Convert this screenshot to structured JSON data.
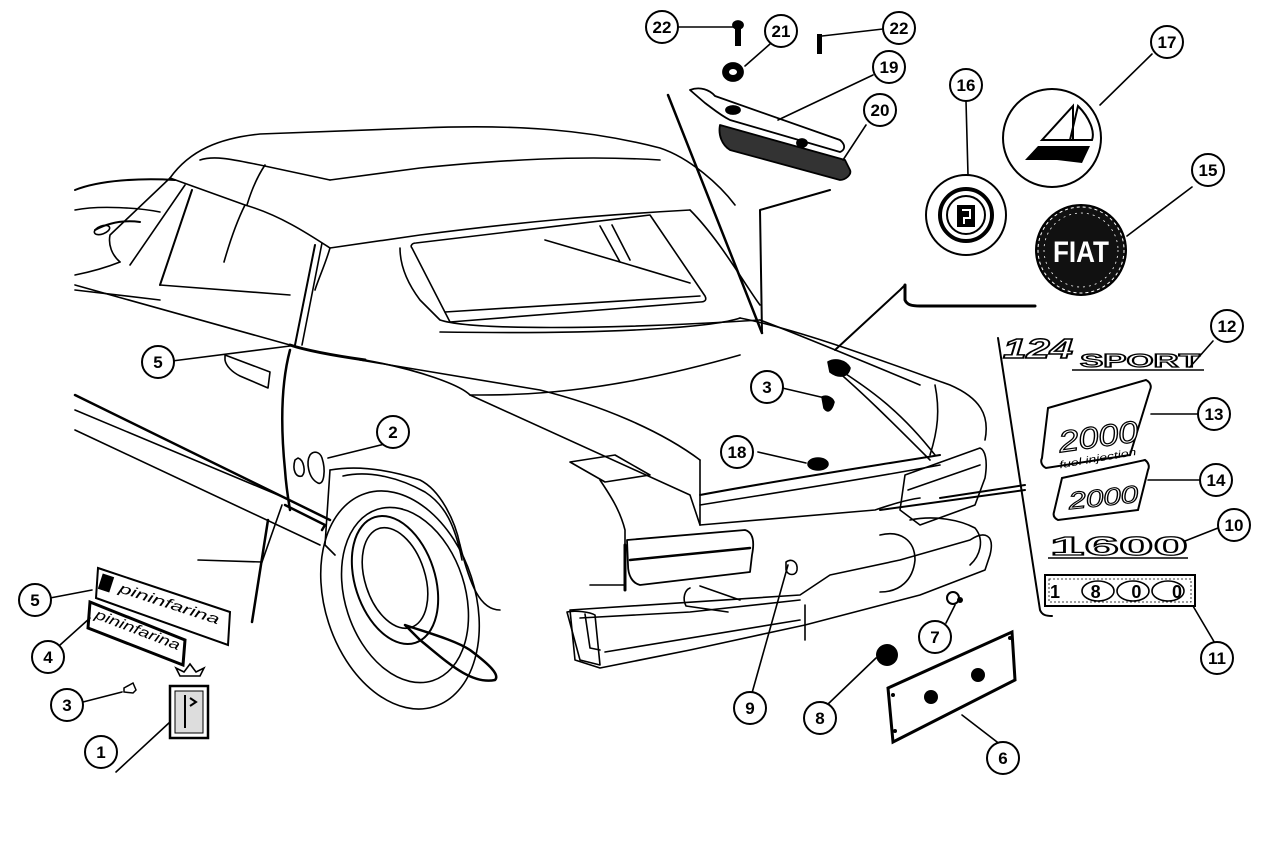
{
  "diagram": {
    "subject": "Fiat 124 Sport Spider - badges and emblems exploded view",
    "line_color": "#000000",
    "background_color": "#ffffff"
  },
  "callouts": [
    {
      "id": "c1",
      "number": "1",
      "part": "pininfarina-crest-badge"
    },
    {
      "id": "c2",
      "number": "2",
      "part": "side-emblem"
    },
    {
      "id": "c3a",
      "number": "3",
      "part": "clip"
    },
    {
      "id": "c3b",
      "number": "3",
      "part": "clip"
    },
    {
      "id": "c4",
      "number": "4",
      "part": "pininfarina-script-plate"
    },
    {
      "id": "c5a",
      "number": "5",
      "part": "pininfarina-side-badge"
    },
    {
      "id": "c5b",
      "number": "5",
      "part": "pininfarina-side-badge"
    },
    {
      "id": "c6",
      "number": "6",
      "part": "license-plate-bracket"
    },
    {
      "id": "c7",
      "number": "7",
      "part": "lamp-grommet"
    },
    {
      "id": "c8",
      "number": "8",
      "part": "plate-light"
    },
    {
      "id": "c9",
      "number": "9",
      "part": "trunk-lock"
    },
    {
      "id": "c10",
      "number": "10",
      "part": "1600-script"
    },
    {
      "id": "c11",
      "number": "11",
      "part": "1800-badge"
    },
    {
      "id": "c12",
      "number": "12",
      "part": "124-sport-script"
    },
    {
      "id": "c13",
      "number": "13",
      "part": "2000-fuel-injection-badge"
    },
    {
      "id": "c14",
      "number": "14",
      "part": "2000-badge"
    },
    {
      "id": "c15",
      "number": "15",
      "part": "fiat-laurel-emblem"
    },
    {
      "id": "c16",
      "number": "16",
      "part": "pininfarina-roundel"
    },
    {
      "id": "c17",
      "number": "17",
      "part": "sail-emblem"
    },
    {
      "id": "c18",
      "number": "18",
      "part": "trunk-emblem"
    },
    {
      "id": "c19",
      "number": "19",
      "part": "third-brake-light-housing"
    },
    {
      "id": "c20",
      "number": "20",
      "part": "light-gasket"
    },
    {
      "id": "c21",
      "number": "21",
      "part": "nut"
    },
    {
      "id": "c22a",
      "number": "22",
      "part": "screw"
    },
    {
      "id": "c22b",
      "number": "22",
      "part": "screw"
    }
  ],
  "badges": {
    "model_script_1": "124",
    "model_script_2": "SPORT",
    "fuel_injection_number": "2000",
    "fuel_injection_subtext": "fuel injection",
    "plain_2000": "2000",
    "script_1600": "1600",
    "badge_1800": "1800",
    "fiat_logo": "FIAT",
    "pininfarina_script": "pininfarina"
  }
}
